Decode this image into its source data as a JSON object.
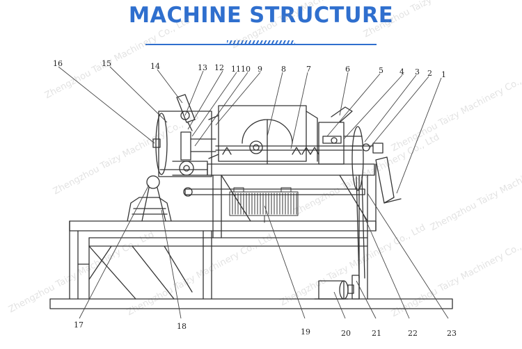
{
  "title": "MACHINE STRUCTURE",
  "watermark": "Zhengzhou Taizy Machinery Co., Ltd",
  "accent_color": "#2f6fce",
  "callouts": {
    "n1": "1",
    "n2": "2",
    "n3": "3",
    "n4": "4",
    "n5": "5",
    "n6": "6",
    "n7": "7",
    "n8": "8",
    "n9": "9",
    "n10": "10",
    "n11": "11",
    "n12": "12",
    "n13": "13",
    "n14": "14",
    "n15": "15",
    "n16": "16",
    "n17": "17",
    "n18": "18",
    "n19": "19",
    "n20": "20",
    "n21": "21",
    "n22": "22",
    "n23": "23"
  }
}
